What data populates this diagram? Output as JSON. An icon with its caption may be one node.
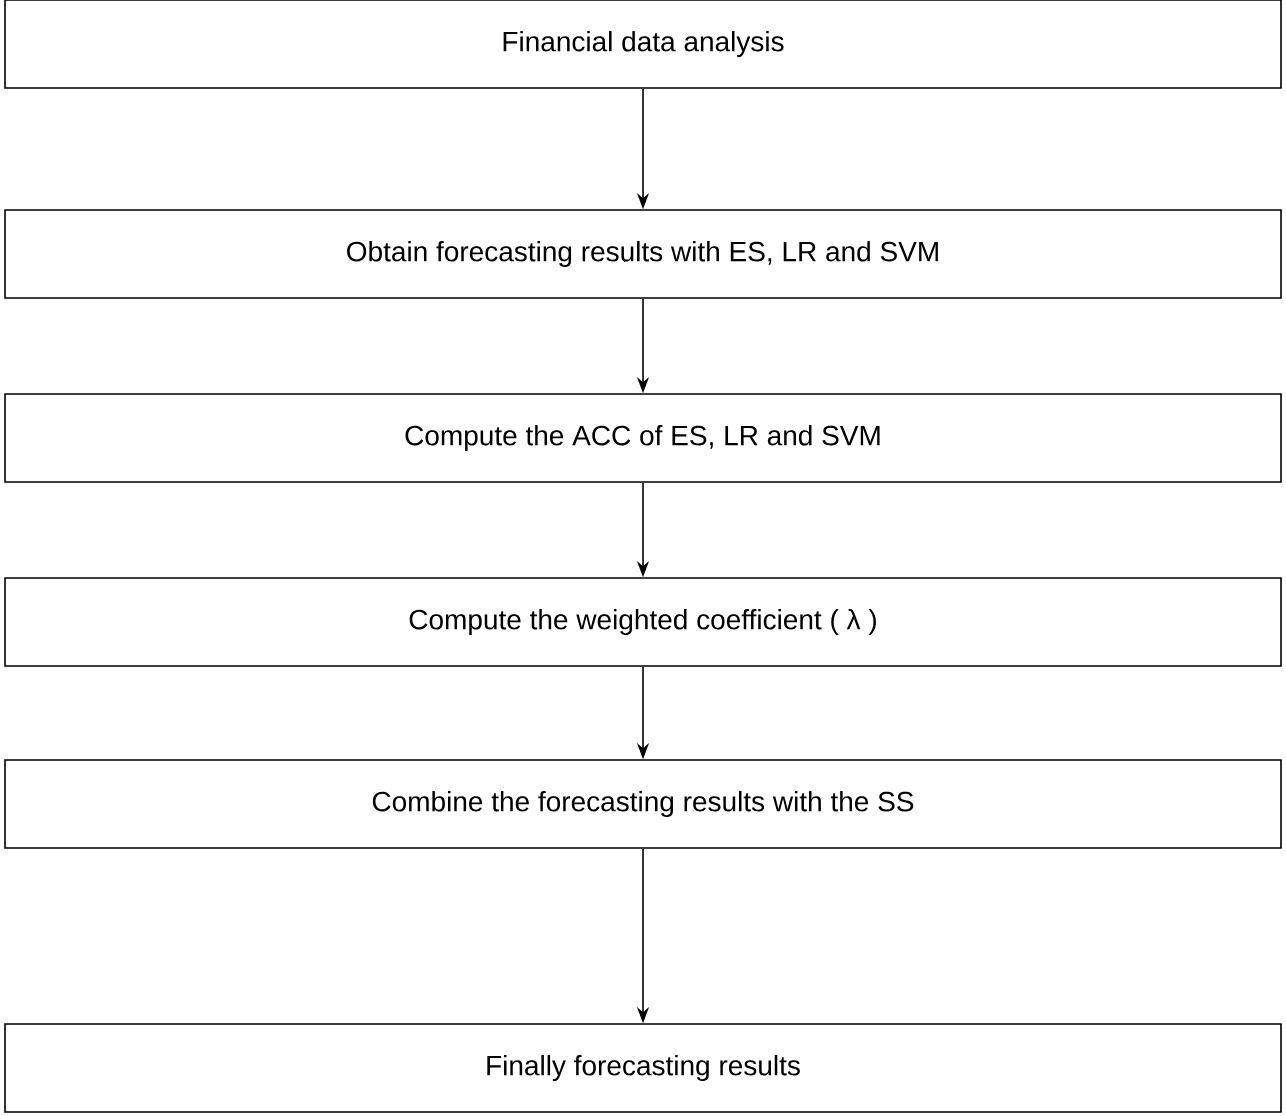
{
  "diagram": {
    "nodes": [
      {
        "text": [
          "Financial data analysis"
        ]
      },
      {
        "text": [
          "Obtain forecasting results with ES, LR and SVM"
        ]
      },
      {
        "text": [
          "Compute the ACC of ES, LR and SVM"
        ]
      },
      {
        "text": [
          "Compute the weighted coefficient ( λ )"
        ]
      },
      {
        "text": [
          "Combine the forecasting results with the SS"
        ]
      },
      {
        "text": [
          "Finally forecasting results"
        ]
      }
    ],
    "edges": [
      {
        "from": 0,
        "to": 1,
        "arrow": "to"
      },
      {
        "from": 1,
        "to": 2,
        "arrow": "to"
      },
      {
        "from": 2,
        "to": 3,
        "arrow": "to"
      },
      {
        "from": 3,
        "to": 4,
        "arrow": "to"
      },
      {
        "from": 4,
        "to": 5,
        "arrow": "to"
      }
    ]
  }
}
